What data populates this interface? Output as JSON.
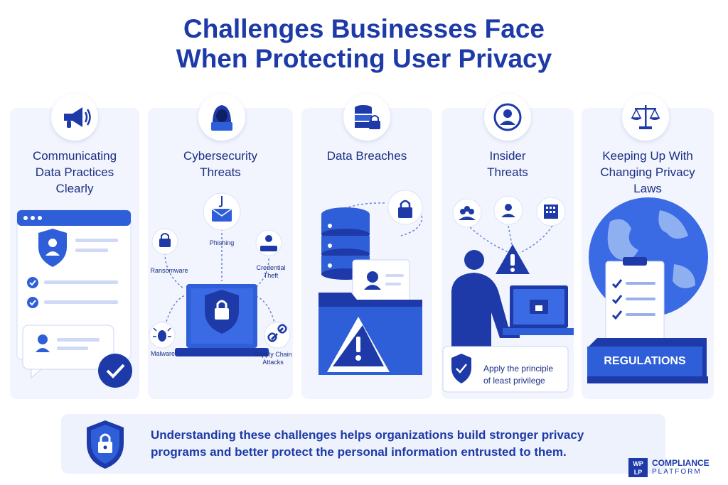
{
  "title": {
    "line1": "Challenges Businesses Face",
    "line2": "When Protecting User Privacy"
  },
  "columns": [
    {
      "title_lines": [
        "Communicating",
        "Data Practices",
        "Clearly"
      ],
      "icon": "megaphone-icon"
    },
    {
      "title_lines": [
        "Cybersecurity",
        "Threats"
      ],
      "icon": "hacker-icon",
      "threats": {
        "phishing": "Phishing",
        "ransomware": "Ransomware",
        "credential_line1": "Credential",
        "credential_line2": "Theft",
        "malware": "Malware",
        "supply_line1": "Supply Chain",
        "supply_line2": "Attacks"
      }
    },
    {
      "title_lines": [
        "Data Breaches"
      ],
      "icon": "database-lock-icon"
    },
    {
      "title_lines": [
        "Insider",
        "Threats"
      ],
      "icon": "user-circle-icon",
      "note_line1": "Apply the principle",
      "note_line2": "of least privilege"
    },
    {
      "title_lines": [
        "Keeping Up With",
        "Changing Privacy",
        "Laws"
      ],
      "icon": "scales-icon",
      "book_label": "REGULATIONS"
    }
  ],
  "summary": {
    "line1": "Understanding these challenges helps organizations build stronger privacy",
    "line2": "programs and better protect the personal information entrusted to them."
  },
  "logo": {
    "mark_line1": "WP",
    "mark_line2": "LP",
    "name": "COMPLIANCE",
    "sub": "PLATFORM"
  },
  "colors": {
    "primary": "#1d3aa8",
    "accent": "#2f5fd8",
    "panel": "#f2f5fd"
  }
}
